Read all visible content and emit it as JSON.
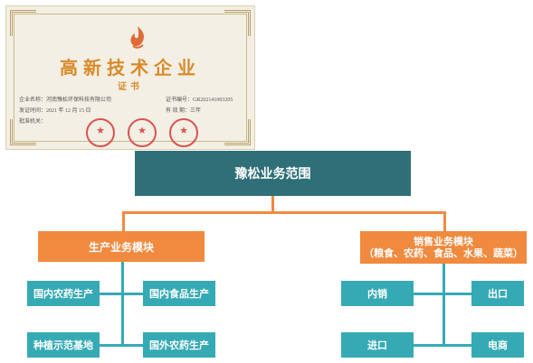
{
  "certificate": {
    "title": "高新技术企业",
    "subtitle": "证书",
    "company_label": "企业名称：",
    "company_value": "河南豫松环保科技有限公司",
    "date_label": "发证时间：",
    "date_value": "2021 年 12 月 15 日",
    "cert_no_label": "证书编号：",
    "cert_no_value": "GR202141003205",
    "validity_label": "有 效 期：",
    "validity_value": "三年",
    "approval_label": "批准机关："
  },
  "diagram": {
    "root": {
      "label": "豫松业务范围"
    },
    "production": {
      "label": "生产业务模块",
      "items": [
        "国内农药生产",
        "国内食品生产",
        "种植示范基地",
        "国外农药生产"
      ]
    },
    "sales": {
      "label_line1": "销售业务模块",
      "label_line2": "（粮食、农药、食品、水果、蔬菜）",
      "items": [
        "内销",
        "出口",
        "进口",
        "电商"
      ]
    }
  },
  "colors": {
    "root": "#2f6f78",
    "module": "#f08a3f",
    "item": "#36aab4",
    "certificate_bg": "#f3efe4",
    "certificate_title": "#d98a2b",
    "stamp": "#d9534f"
  }
}
